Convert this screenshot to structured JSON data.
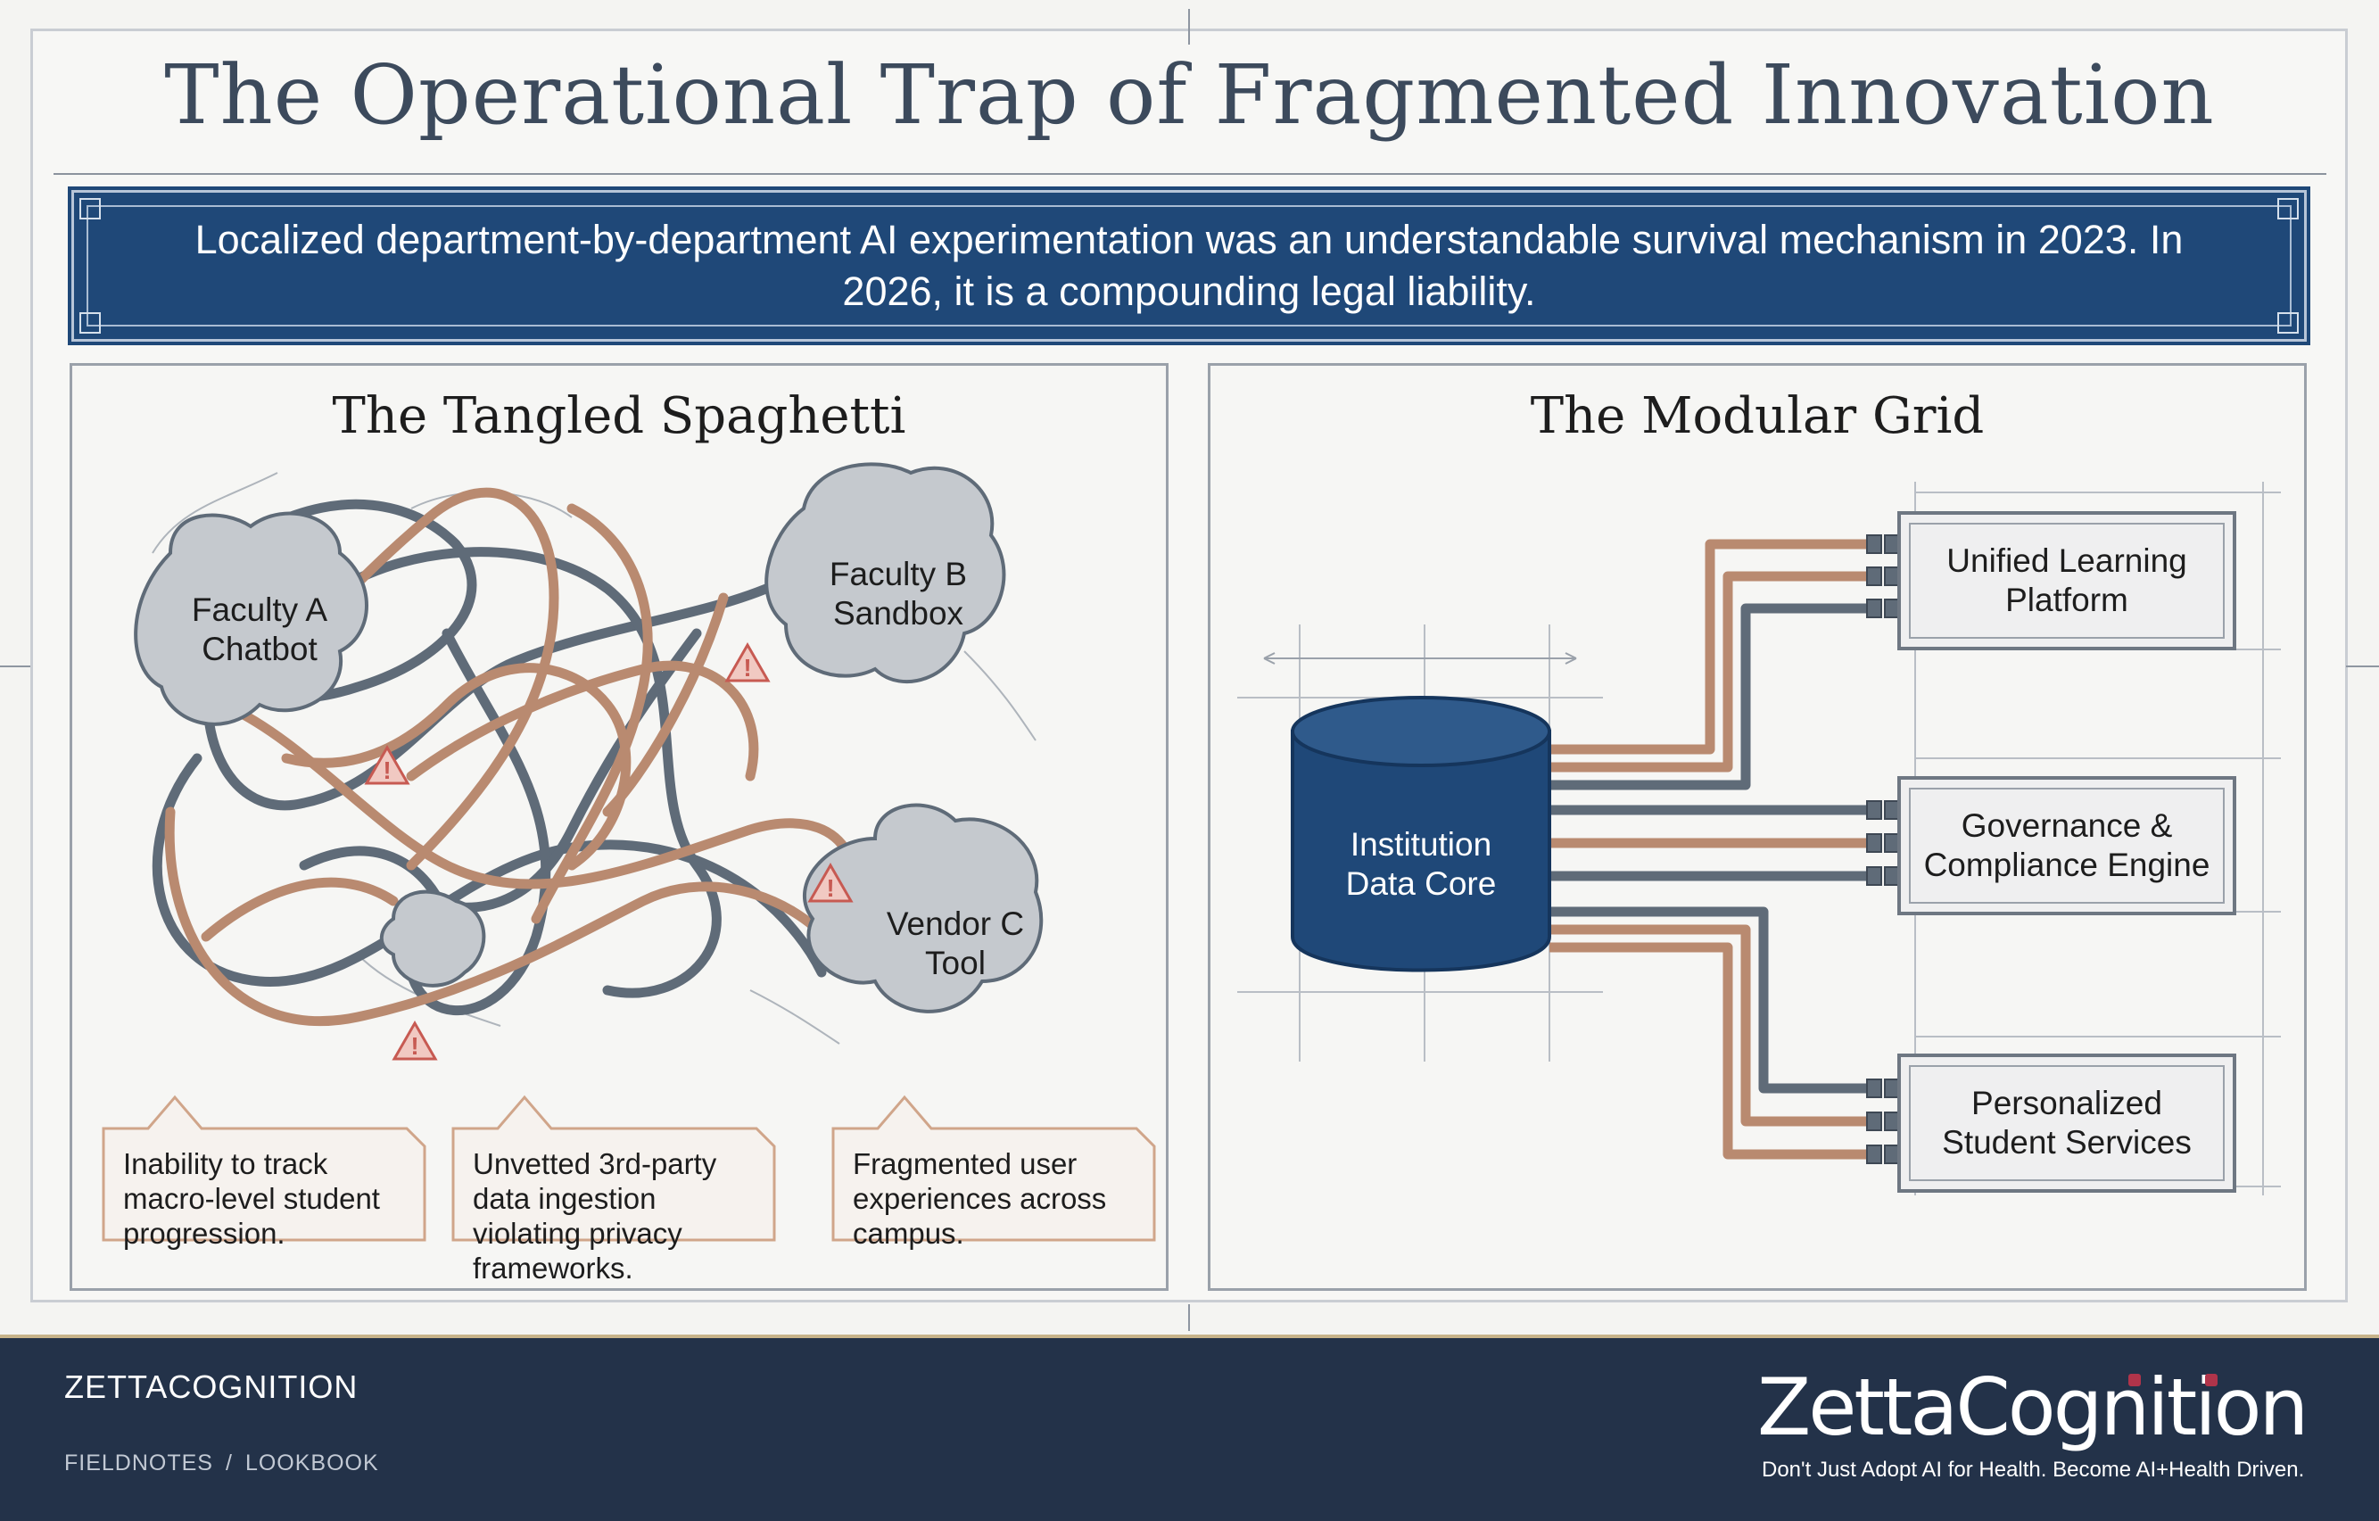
{
  "slide": {
    "title": "The Operational Trap of Fragmented Innovation",
    "banner_text": "Localized department-by-department AI experimentation was an understandable survival mechanism in 2023. In 2026, it is a compounding legal liability."
  },
  "left_panel": {
    "title": "The Tangled Spaghetti",
    "nodes": [
      {
        "label": "Faculty A Chatbot"
      },
      {
        "label": "Faculty B Sandbox"
      },
      {
        "label": "Vendor C Tool"
      }
    ],
    "callouts": [
      {
        "text": "Inability to track macro-level student progression."
      },
      {
        "text": "Unvetted 3rd-party data ingestion violating privacy frameworks."
      },
      {
        "text": "Fragmented user experiences across campus."
      }
    ],
    "warning_icon": "warning-triangle-icon"
  },
  "right_panel": {
    "title": "The Modular Grid",
    "core_label": "Institution Data Core",
    "modules": [
      {
        "label": "Unified Learning Platform"
      },
      {
        "label": "Governance & Compliance Engine"
      },
      {
        "label": "Personalized Student Services"
      }
    ]
  },
  "footer": {
    "brand": "ZETTACOGNITION",
    "breadcrumb": [
      "FIELDNOTES",
      "/",
      "LOOKBOOK"
    ],
    "logo_text": "ZettaCognition",
    "tagline": "Don't Just Adopt AI for Health. Become AI+Health Driven."
  },
  "colors": {
    "banner": "#1f4878",
    "footer": "#233249",
    "copper_wire": "#b98a70",
    "slate_wire": "#5f6b78",
    "core": "#1f4878"
  }
}
